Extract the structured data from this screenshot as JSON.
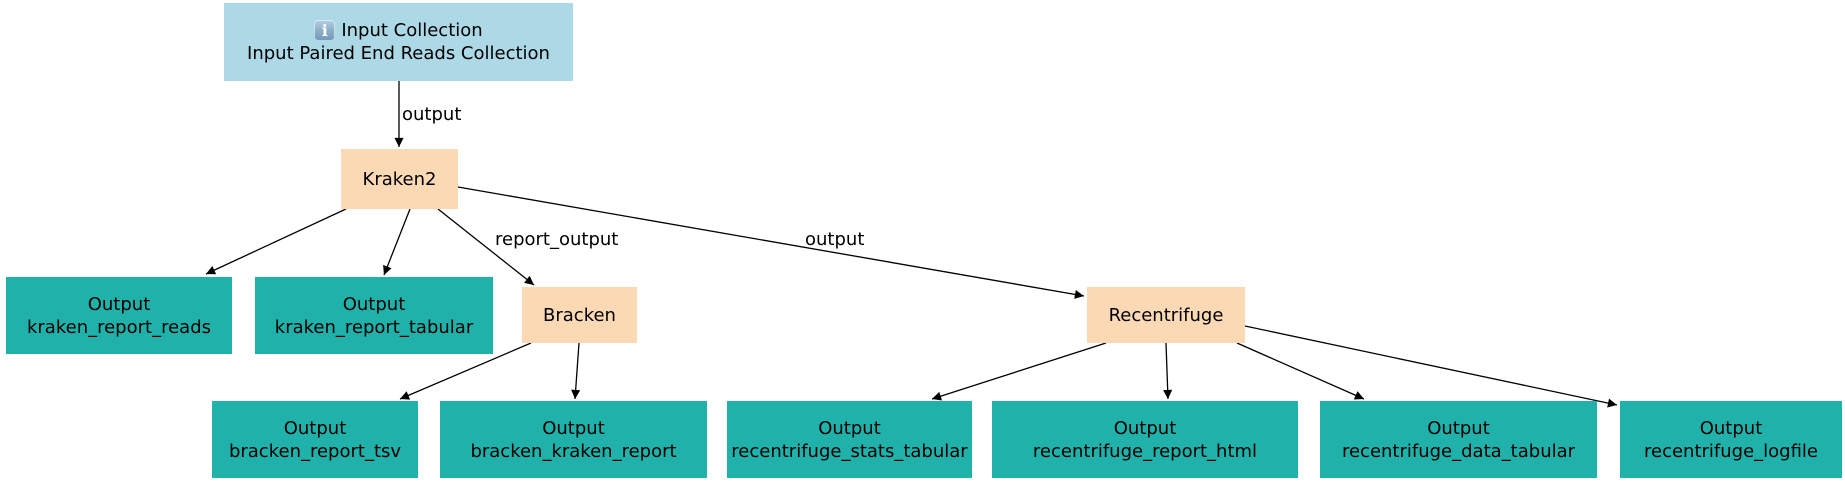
{
  "diagram": {
    "title": "workflow-graph",
    "colors": {
      "input_fill": "#add8e6",
      "tool_fill": "#fcd9b5",
      "output_fill": "#20b2aa",
      "edge": "#000000",
      "text": "#000000"
    },
    "nodes": {
      "input_collection": {
        "icon": "info-icon",
        "icon_glyph": "i",
        "line1": "Input Collection",
        "line2": "Input Paired End Reads Collection"
      },
      "kraken2": {
        "label": "Kraken2"
      },
      "bracken": {
        "label": "Bracken"
      },
      "recentrifuge": {
        "label": "Recentrifuge"
      },
      "out_kraken_report_reads": {
        "line1": "Output",
        "line2": "kraken_report_reads"
      },
      "out_kraken_report_tabular": {
        "line1": "Output",
        "line2": "kraken_report_tabular"
      },
      "out_bracken_report_tsv": {
        "line1": "Output",
        "line2": "bracken_report_tsv"
      },
      "out_bracken_kraken_report": {
        "line1": "Output",
        "line2": "bracken_kraken_report"
      },
      "out_recentrifuge_stats_tabular": {
        "line1": "Output",
        "line2": "recentrifuge_stats_tabular"
      },
      "out_recentrifuge_report_html": {
        "line1": "Output",
        "line2": "recentrifuge_report_html"
      },
      "out_recentrifuge_data_tabular": {
        "line1": "Output",
        "line2": "recentrifuge_data_tabular"
      },
      "out_recentrifuge_logfile": {
        "line1": "Output",
        "line2": "recentrifuge_logfile"
      }
    },
    "edge_labels": {
      "input_to_kraken2": "output",
      "kraken2_to_bracken": "report_output",
      "kraken2_to_recentrifuge": "output"
    }
  }
}
